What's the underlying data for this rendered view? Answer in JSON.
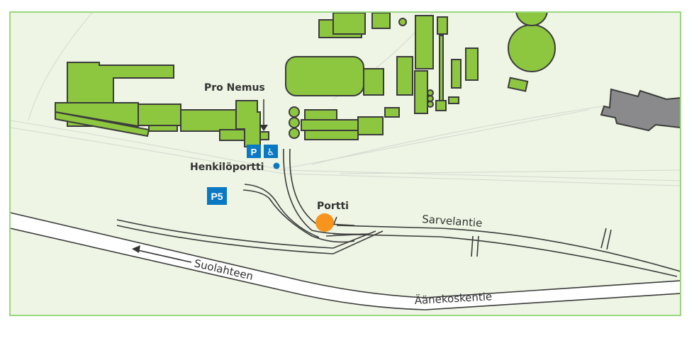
{
  "map": {
    "labels": {
      "pro_nemus": "Pro Nemus",
      "henkiloportti": "Henkilöportti",
      "portti": "Portti",
      "sarvelantie": "Sarvelantie",
      "suolahteen": "Suolahteen",
      "aanekoskentie": "Äänekoskentie"
    },
    "signs": {
      "parking": "P",
      "accessible": "♿",
      "p5": "P5"
    },
    "colors": {
      "background": "#eef5e4",
      "building": "#8dc63f",
      "other_building": "#8a8a8c",
      "sign": "#0a78c2",
      "gate": "#f7941d",
      "border": "#7ccb5a"
    }
  }
}
